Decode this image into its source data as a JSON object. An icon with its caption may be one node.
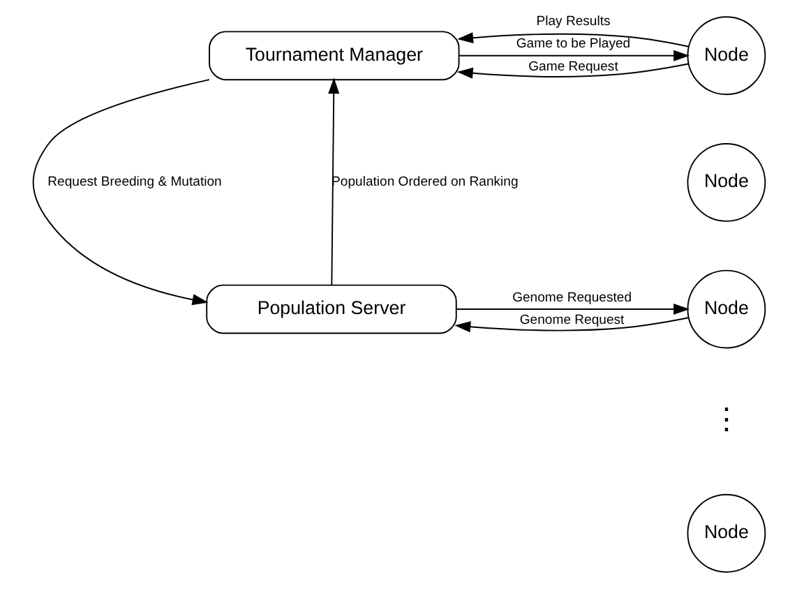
{
  "diagram": {
    "nodes": [
      {
        "text": [
          "Tournament Manager"
        ]
      },
      {
        "text": [
          "Population Server"
        ]
      },
      {
        "text": [
          "Node"
        ]
      },
      {
        "text": [
          "Node"
        ]
      },
      {
        "text": [
          "Node"
        ]
      },
      {
        "text": [
          "Node"
        ]
      }
    ],
    "edges": [
      {
        "from": 2,
        "to": 0,
        "arrow": "to",
        "label": "Game Request"
      },
      {
        "from": 0,
        "to": 2,
        "arrow": "to",
        "label": "Game to be Played"
      },
      {
        "from": 2,
        "to": 0,
        "arrow": "to",
        "label": "Play Results"
      },
      {
        "from": 0,
        "to": 1,
        "arrow": "to",
        "label": "Request Breeding & Mutation"
      },
      {
        "from": 1,
        "to": 0,
        "arrow": "to",
        "label": "Population Ordered on Ranking"
      },
      {
        "from": 4,
        "to": 1,
        "arrow": "to",
        "label": "Genome Request"
      },
      {
        "from": 1,
        "to": 4,
        "arrow": "to",
        "label": "Genome Requested"
      }
    ],
    "labels": [
      "⋮"
    ]
  }
}
